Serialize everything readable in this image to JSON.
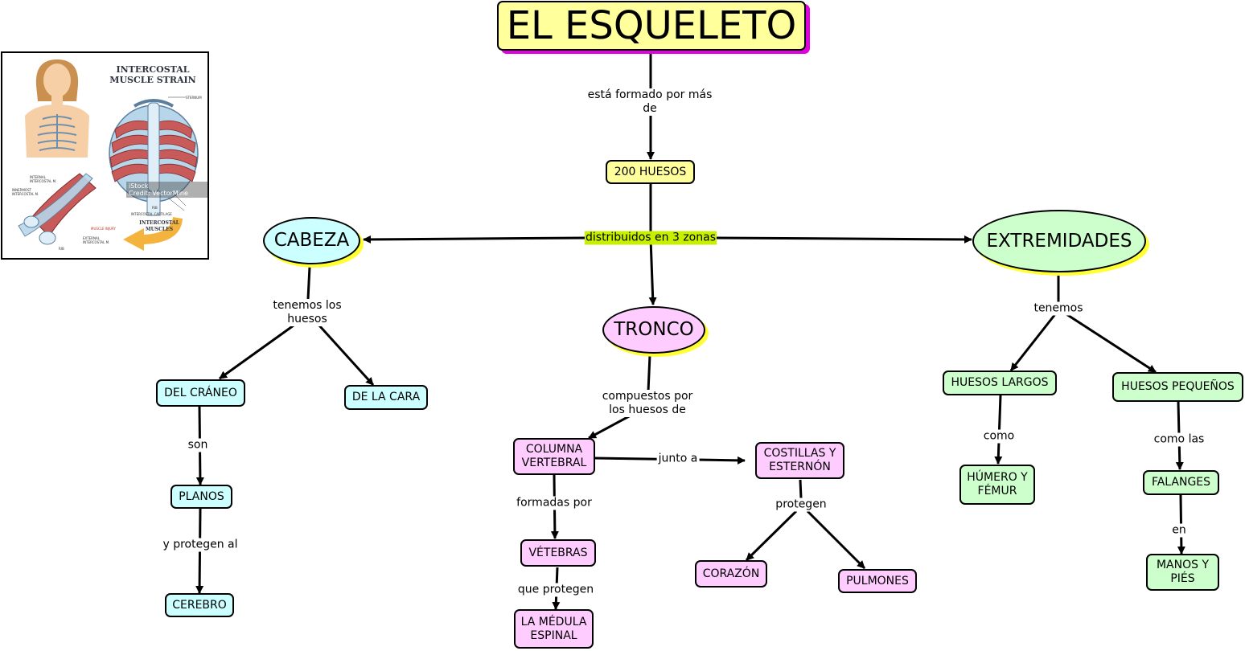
{
  "colors": {
    "title_fill": "#ffff9c",
    "title_shadow": "#e000e0",
    "yellow": "#ffff9c",
    "cyan": "#ccffff",
    "pink": "#ffccff",
    "green": "#ccffcc",
    "shadow_yellow": "#ffff33",
    "highlight": "#c6f000"
  },
  "title": "EL ESQUELETO",
  "nodes": {
    "huesos200": "200 HUESOS",
    "cabeza": "CABEZA",
    "tronco": "TRONCO",
    "extremidades": "EXTREMIDADES",
    "craneo": "DEL CRÁNEO",
    "cara": "DE LA CARA",
    "planos": "PLANOS",
    "cerebro": "CEREBRO",
    "columna": "COLUMNA\nVERTEBRAL",
    "costillas": "COSTILLAS Y\nESTERNÓN",
    "vertebras": "VÉTEBRAS",
    "medula": "LA MÉDULA\nESPINAL",
    "corazon": "CORAZÓN",
    "pulmones": "PULMONES",
    "largos": "HUESOS LARGOS",
    "pequenos": "HUESOS PEQUEÑOS",
    "humero": "HÚMERO Y\nFÉMUR",
    "falanges": "FALANGES",
    "manos": "MANOS Y\nPIÉS"
  },
  "labels": {
    "formado": "está formado por más\nde",
    "distribuidos": "distribuidos en 3 zonas",
    "tenemos_huesos": "tenemos los\nhuesos",
    "son": "son",
    "protegen_al": "y protegen al",
    "compuestos": "compuestos por\nlos huesos de",
    "junto": "junto a",
    "formadas": "formadas por",
    "que_protegen": "que protegen",
    "protegen": "protegen",
    "tenemos": "tenemos",
    "como": "como",
    "como_las": "como las",
    "en": "en"
  },
  "illustration": {
    "title": "INTERCOSTAL\nMUSCLE STRAIN",
    "subtitle": "INTERCOSTAL\nMUSCLES",
    "watermark": "iStock\nCredit: VectorMine",
    "callouts": {
      "sternum": "STERNUM",
      "rib": "RIB",
      "cartilage": "INTERCOSTAL CARTILAGE",
      "internal": "INTERNAL\nINTERCOSTAL M.",
      "innermost": "INNERMOST\nINTERCOSTAL M.",
      "injury": "MUSCLE INJURY",
      "external": "EXTERNAL\nINTERCOSTAL M.",
      "rib2": "RIB"
    }
  }
}
